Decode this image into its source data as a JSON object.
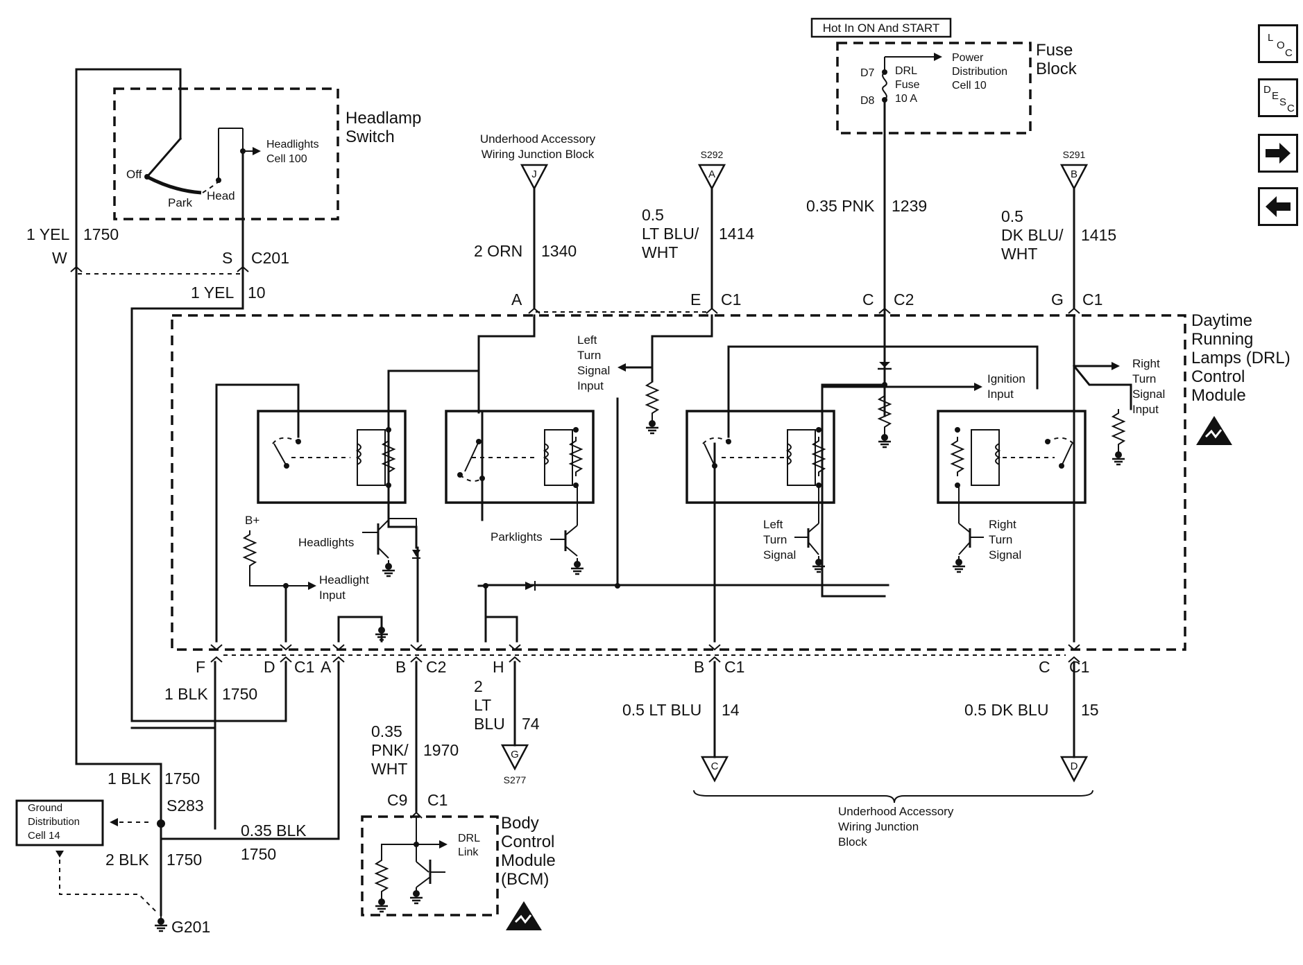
{
  "nav": {
    "loc_letters": [
      "L",
      "O",
      "C"
    ],
    "desc_letters": [
      "D",
      "E",
      "S",
      "C"
    ]
  },
  "labels": {
    "hot": "Hot In ON And START",
    "fuse_block_1": "Fuse",
    "fuse_block_2": "Block",
    "d7": "D7",
    "d8": "D8",
    "drl_fuse_1": "DRL",
    "drl_fuse_2": "Fuse",
    "drl_fuse_3": "10 A",
    "power_1": "Power",
    "power_2": "Distribution",
    "power_3": "Cell 10",
    "hs_1": "Headlamp",
    "hs_2": "Switch",
    "hl_cell_1": "Headlights",
    "hl_cell_2": "Cell 100",
    "off": "Off",
    "park": "Park",
    "head": "Head",
    "w1_gauge": "1 YEL",
    "w1_num": "1750",
    "w_pin": "W",
    "s_pin": "S",
    "c201": "C201",
    "w2_gauge": "1 YEL",
    "w2_num": "10",
    "uh_1": "Underhood Accessory",
    "uh_2": "Wiring Junction Block",
    "j": "J",
    "s292": "S292",
    "a_conn": "A",
    "s291": "S291",
    "b_conn": "B",
    "orn_gauge": "2 ORN",
    "orn_num": "1340",
    "ltblu_1": "0.5",
    "ltblu_2": "LT BLU/",
    "ltblu_3": "WHT",
    "ltblu_num": "1414",
    "pnk_gauge": "0.35 PNK",
    "pnk_num": "1239",
    "dkblu_1": "0.5",
    "dkblu_2": "DK BLU/",
    "dkblu_3": "WHT",
    "dkblu_num": "1415",
    "top_a": "A",
    "top_e": "E",
    "top_c1a": "C1",
    "top_c": "C",
    "top_c2": "C2",
    "top_g": "G",
    "top_c1b": "C1",
    "drl_1": "Daytime",
    "drl_2": "Running",
    "drl_3": "Lamps (DRL)",
    "drl_4": "Control",
    "drl_5": "Module",
    "lts_1": "Left",
    "lts_2": "Turn",
    "lts_3": "Signal",
    "lts_4": "Input",
    "ign_1": "Ignition",
    "ign_2": "Input",
    "rts_1": "Right",
    "rts_2": "Turn",
    "rts_3": "Signal",
    "rts_4": "Input",
    "bplus": "B+",
    "headlights_t": "Headlights",
    "hli_1": "Headlight",
    "hli_2": "Input",
    "parklights": "Parklights",
    "lt_1": "Left",
    "lt_2": "Turn",
    "lt_3": "Signal",
    "rt_1": "Right",
    "rt_2": "Turn",
    "rt_3": "Signal",
    "bot_f": "F",
    "bot_d": "D",
    "bot_c1a": "C1",
    "bot_a": "A",
    "bot_b": "B",
    "bot_c2": "C2",
    "bot_h": "H",
    "bot_b2": "B",
    "bot_c1b": "C1",
    "bot_c": "C",
    "bot_c1c": "C1",
    "blk_gauge": "1 BLK",
    "blk_num": "1750",
    "ltblu74_1": "2",
    "ltblu74_2": "LT",
    "ltblu74_3": "BLU",
    "ltblu74_num": "74",
    "g_conn": "G",
    "s277": "S277",
    "ltblu14_gauge": "0.5 LT BLU",
    "ltblu14_num": "14",
    "dkblu15_gauge": "0.5 DK BLU",
    "dkblu15_num": "15",
    "c_conn": "C",
    "d_conn": "D",
    "uh2_1": "Underhood Accessory",
    "uh2_2": "Wiring Junction",
    "uh2_3": "Block",
    "pnkwht_1": "0.35",
    "pnkwht_2": "PNK/",
    "pnkwht_3": "WHT",
    "pnkwht_num": "1970",
    "c9": "C9",
    "c1_bcm": "C1",
    "bcm_1": "Body",
    "bcm_2": "Control",
    "bcm_3": "Module",
    "bcm_4": "(BCM)",
    "drl_link_1": "DRL",
    "drl_link_2": "Link",
    "blk1750_gauge": "1 BLK",
    "blk1750_num": "1750",
    "s283": "S283",
    "gd_1": "Ground",
    "gd_2": "Distribution",
    "gd_3": "Cell 14",
    "blk035_gauge": "0.35 BLK",
    "blk035_num": "1750",
    "blk2_gauge": "2 BLK",
    "blk2_num": "1750",
    "g201": "G201"
  }
}
